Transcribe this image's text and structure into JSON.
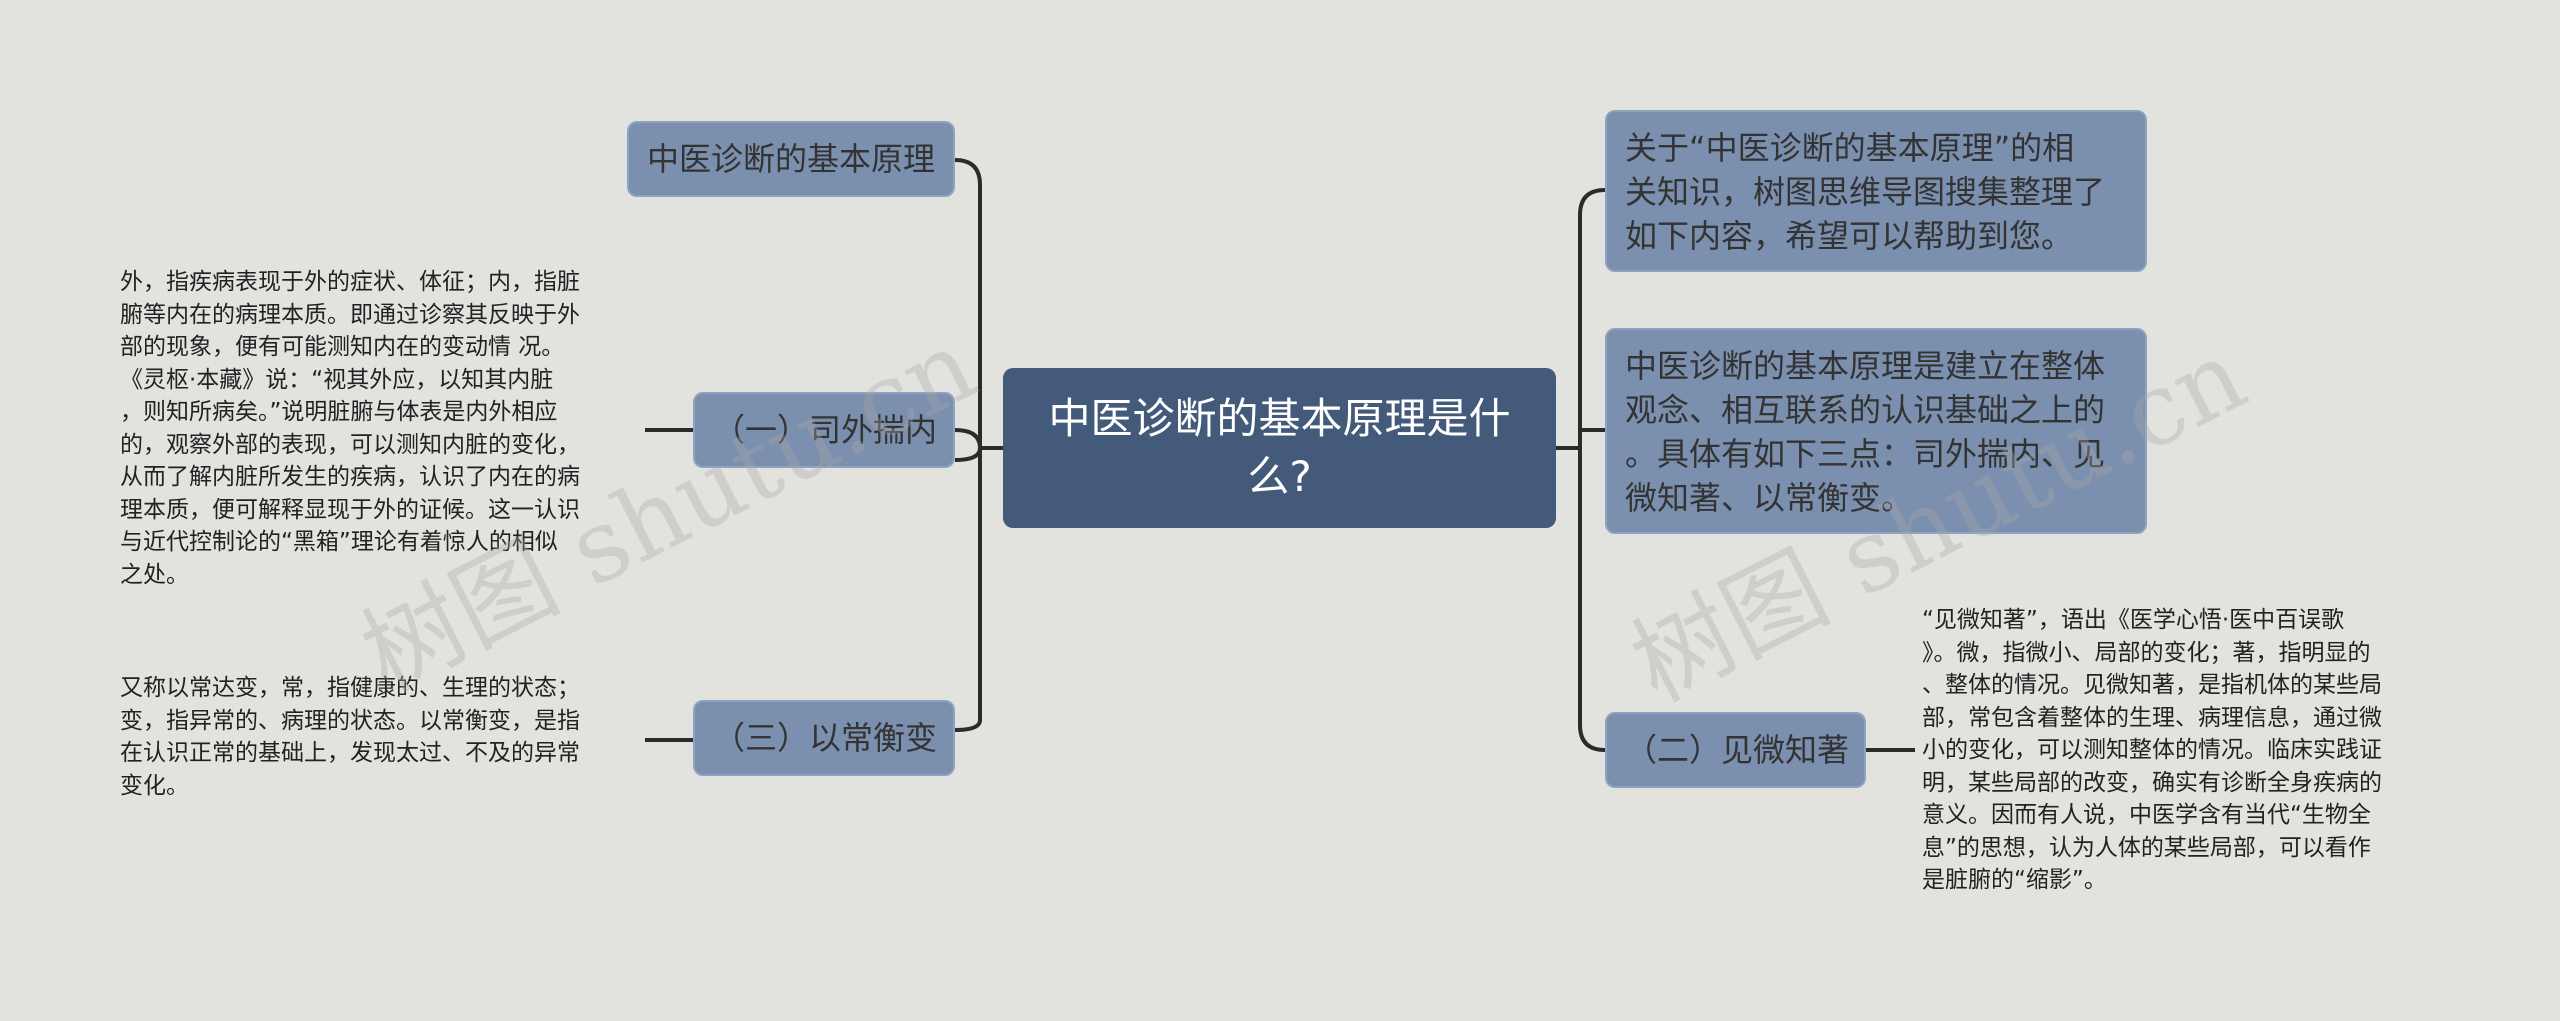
{
  "root": {
    "label": "中医诊断的基本原理是什么?"
  },
  "left": {
    "title_node": {
      "label": "中医诊断的基本原理"
    },
    "branch1": {
      "label": "（一）司外揣内",
      "detail": "外，指疾病表现于外的症状、体征；内，指脏\n腑等内在的病理本质。即通过诊察其反映于外\n部的现象，便有可能测知内在的变动情 况。\n《灵枢·本藏》说：“视其外应，以知其内脏\n，则知所病矣。”说明脏腑与体表是内外相应\n的，观察外部的表现，可以测知内脏的变化，\n从而了解内脏所发生的疾病，认识了内在的病\n理本质，便可解释显现于外的证候。这一认识\n与近代控制论的“黑箱”理论有着惊人的相似\n之处。"
    },
    "branch3": {
      "label": "（三）以常衡变",
      "detail": "又称以常达变，常，指健康的、生理的状态；\n变，指异常的、病理的状态。以常衡变，是指\n在认识正常的基础上，发现太过、不及的异常\n变化。"
    }
  },
  "right": {
    "intro_node": {
      "label": "关于“中医诊断的基本原理”的相\n关知识，树图思维导图搜集整理了\n如下内容，希望可以帮助到您。"
    },
    "summary_node": {
      "label": "中医诊断的基本原理是建立在整体\n观念、相互联系的认识基础之上的\n。具体有如下三点：司外揣内、见\n微知著、以常衡变。"
    },
    "branch2": {
      "label": "（二）见微知著",
      "detail": "“见微知著”，语出《医学心悟·医中百误歌\n》。微，指微小、局部的变化；著，指明显的\n、整体的情况。见微知著，是指机体的某些局\n部，常包含着整体的生理、病理信息，通过微\n小的变化，可以测知整体的情况。临床实践证\n明，某些局部的改变，确实有诊断全身疾病的\n意义。因而有人说，中医学含有当代“生物全\n息”的思想，认为人体的某些局部，可以看作\n是脏腑的“缩影”。"
    }
  },
  "watermark": {
    "text": "树图 shutu.cn"
  },
  "colors": {
    "background": "#e2e2df",
    "root_fill": "#435a7b",
    "node_fill": "#7b8fae",
    "connector": "#2b2b2b"
  }
}
